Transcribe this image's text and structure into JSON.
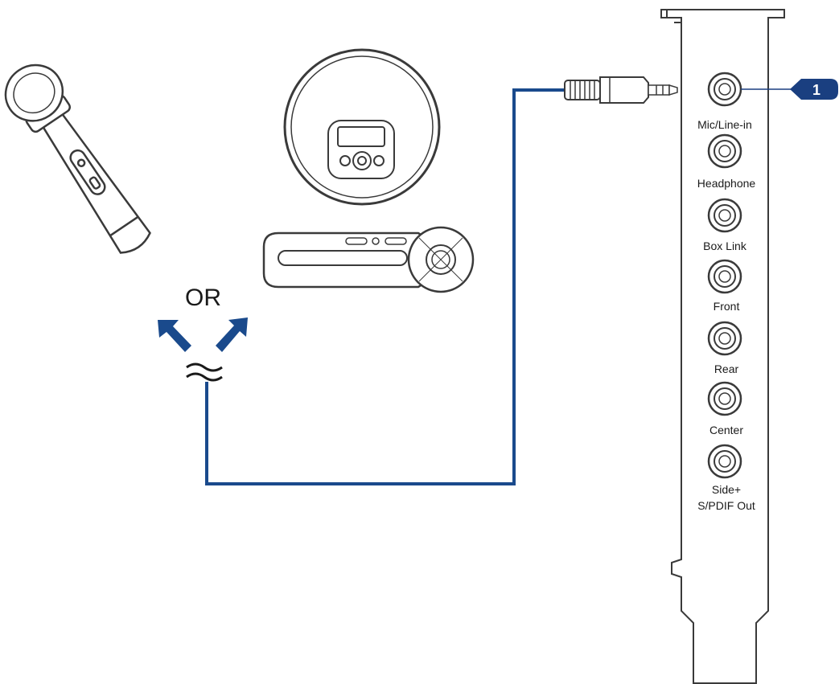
{
  "or_label": "OR",
  "callout_number": "1",
  "ports": [
    {
      "label": "Mic/Line-in"
    },
    {
      "label": "Headphone"
    },
    {
      "label": "Box Link"
    },
    {
      "label": "Front"
    },
    {
      "label": "Rear"
    },
    {
      "label": "Center"
    },
    {
      "label": "Side+",
      "label2": "S/PDIF Out"
    }
  ],
  "colors": {
    "cable": "#1a4a8c",
    "callout": "#1a3f80",
    "outline": "#3a3a3a"
  }
}
